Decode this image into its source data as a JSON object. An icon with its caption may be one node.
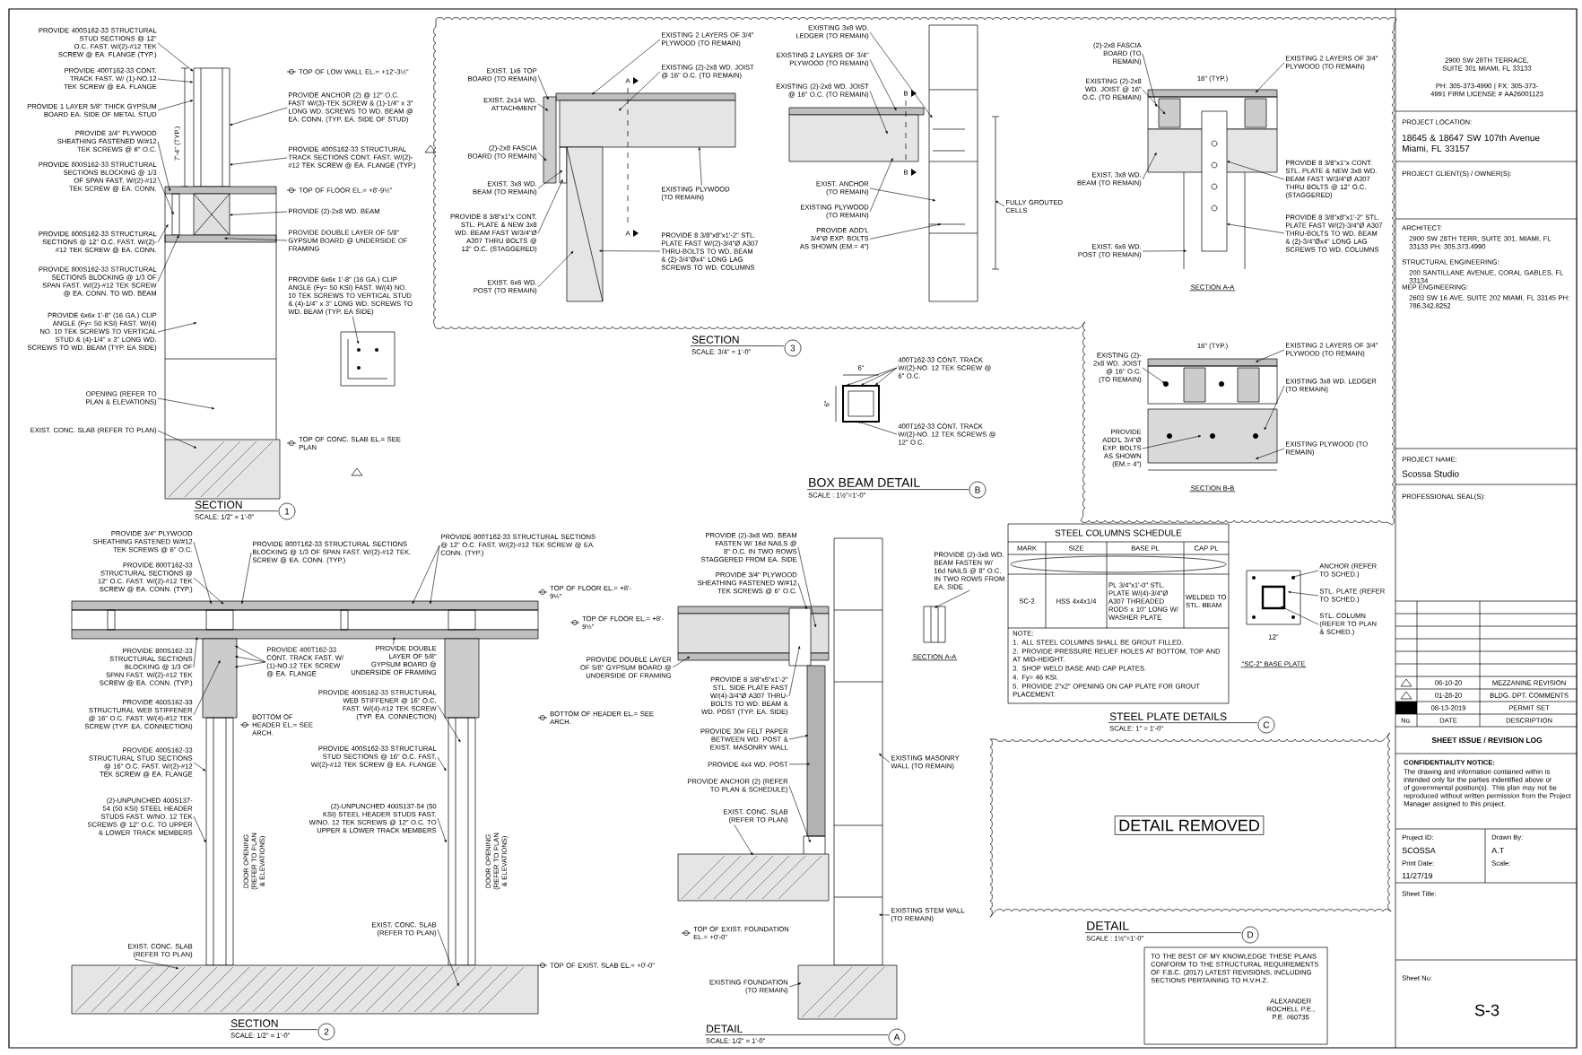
{
  "diagram": {
    "nodes": [
      {
        "text": [
          "PROVIDE 400S162-33 STRUCTURAL STUD SECTIONS @ 12\" O.C. FAST. W/(2)-#12 TEK SCREW @ EA. FLANGE (TYP.)"
        ]
      },
      {
        "text": [
          "PROVIDE 400T162-33 CONT. TRACK FAST. W/ (1)-NO.12 TEK SCREW @ EA. FLANGE"
        ]
      },
      {
        "text": [
          "PROVIDE 1 LAYER 5/8\" THICK GYPSUM BOARD EA. SIDE OF METAL STUD"
        ]
      },
      {
        "text": [
          "PROVIDE 3/4\" PLYWOOD SHEATHING FASTENED W/#12 TEK SCREWS @ 6\" O.C."
        ]
      },
      {
        "text": [
          "PROVIDE 800S162-33 STRUCTURAL SECTIONS BLOCKING @ 1/3 OF SPAN FAST. W/(2)-#12 TEK SCREW @ EA. CONN."
        ]
      },
      {
        "text": [
          "PROVIDE ANCHOR (2) @ 12\" O.C. FAST W/(3)-TEK SCREW & (1)-1/4\" x 3\" LONG WD. SCREWS TO WD. BEAM @ EA. CONN. (TYP. EA. SIDE OF STUD)"
        ]
      },
      {
        "text": [
          "PROVIDE 400S162-33 STRUCTURAL TRACK SECTIONS CONT. FAST. W/(2)-#12 TEK SCREW @ EA. FLANGE (TYP.)"
        ]
      },
      {
        "text": [
          "PROVIDE (2)-2x8 WD. BEAM"
        ]
      },
      {
        "text": [
          "PROVIDE DOUBLE LAYER OF 5/8\" GYPSUM BOARD @ UNDERSIDE OF FRAMING"
        ]
      },
      {
        "text": [
          "PROVIDE 800S162-33 STRUCTURAL SECTIONS @ 12\" O.C. FAST. W/(2)-#12 TEK SCREW @ EA. CONN."
        ]
      },
      {
        "text": [
          "PROVIDE 800S162-33 STRUCTURAL SECTIONS BLOCKING @ 1/3 OF SPAN FAST. W/(2)-#12 TEK SCREW @ EA. CONN. TO WD. BEAM"
        ]
      },
      {
        "text": [
          "PROVIDE 6x6x 1'-8\" (16 GA.) CLIP ANGLE (Fy= 50 KSI) FAST. W/(4) NO. 10 TEK SCREWS TO VERTICAL STUD & (4)-1/4\" x 3\" LONG WD. SCREWS TO WD. BEAM (TYP. EA SIDE)"
        ]
      },
      {
        "text": [
          "PROVIDE 6x6x 1'-8\" (16 GA.) CLIP ANGLE (Fy= 50 KSI) FAST. W/(4) NO. 10 TEK SCREWS TO VERTICAL STUD & (4)-1/4\" x 3\" LONG WD. SCREWS TO WD. BEAM (TYP. EA SIDE)"
        ]
      },
      {
        "text": [
          "OPENING (REFER TO PLAN & ELEVATIONS)"
        ]
      },
      {
        "text": [
          "EXIST. CONC. SLAB (REFER TO PLAN)"
        ]
      },
      {
        "text": [
          "PROVIDE 3/4\" PLYWOOD SHEATHING FASTENED W/#12 TEK SCREWS @ 6\" O.C."
        ]
      },
      {
        "text": [
          "PROVIDE 800T162-33 STRUCTURAL SECTIONS @ 12\" O.C. FAST. W/(2)-#12 TEK SCREW @ EA. CONN. (TYP.)"
        ]
      },
      {
        "text": [
          "PROVIDE 800T162-33 STRUCTURAL SECTIONS BLOCKING @ 1/3 OF SPAN FAST. W/(2)-#12 TEK. SCREW @ EA. CONN. (TYP.)"
        ]
      },
      {
        "text": [
          "PROVIDE 800T162-33 STRUCTURAL SECTIONS @ 12\" O.C. FAST. W/(2)-#12 TEK SCREW @ EA. CONN. (TYP.)"
        ]
      },
      {
        "text": [
          "PROVIDE 800S162-33 STRUCTURAL SECTIONS BLOCKING @ 1/3 OF SPAN FAST. W/(2)-#12 TEK SCREW @ EA. CONN. (TYP.)"
        ]
      },
      {
        "text": [
          "PROVIDE 400T162-33 CONT. TRACK FAST. W/ (1)-NO.12 TEK SCREW @ EA. FLANGE"
        ]
      },
      {
        "text": [
          "PROVIDE 400S162-33 STRUCTURAL WEB STIFFENER @ 16\" O.C. FAST. W/(4)-#12 TEK SCREW (TYP. EA. CONNECTION)"
        ]
      },
      {
        "text": [
          "PROVIDE 400S162-33 STRUCTURAL WEB STIFFENER @ 16\" O.C. FAST. W/(4)-#12 TEK SCREW (TYP. EA. CONNECTION)"
        ]
      },
      {
        "text": [
          "PROVIDE DOUBLE LAYER OF 5/8\" GYPSUM BOARD @ UNDERSIDE OF FRAMING"
        ]
      },
      {
        "text": [
          "PROVIDE 400S162-33 STRUCTURAL STUD SECTIONS @ 16\" O.C. FAST. W/(2)-#12 TEK SCREW @ EA. FLANGE"
        ]
      },
      {
        "text": [
          "PROVIDE 400S162-33 STRUCTURAL STUD SECTIONS @ 16\" O.C. FAST. W/(2)-#12 TEK SCREW @ EA. FLANGE"
        ]
      },
      {
        "text": [
          "(2)-UNPUNCHED 400S137-54 (50 KSI) STEEL HEADER STUDS FAST. W/NO. 12 TEK SCREWS @ 12\" O.C. TO UPPER & LOWER TRACK MEMBERS"
        ]
      },
      {
        "text": [
          "(2)-UNPUNCHED 400S137-54 (50 KSI) STEEL HEADER STUDS FAST. W/NO. 12 TEK SCREWS @ 12\" O.C. TO UPPER & LOWER TRACK MEMBERS"
        ]
      },
      {
        "text": [
          "EXIST. CONC. SLAB (REFER TO PLAN)"
        ]
      },
      {
        "text": [
          "EXIST. CONC. SLAB (REFER TO PLAN)"
        ]
      },
      {
        "text": [
          "EXIST. 1x6 TOP BOARD (TO REMAIN)"
        ]
      },
      {
        "text": [
          "EXIST. 2x14 WD. ATTACHMENT"
        ]
      },
      {
        "text": [
          "(2)-2x8 FASCIA BOARD (TO REMAIN)"
        ]
      },
      {
        "text": [
          "EXIST. 3x8 WD. BEAM (TO REMAIN)"
        ]
      },
      {
        "text": [
          "PROVIDE 8 3/8\"x1\"x CONT. STL. PLATE & NEW 3x8 WD. BEAM FAST W/3/4\"Ø A307 THRU BOLTS @ 12\" O.C. (STAGGERED)"
        ]
      },
      {
        "text": [
          "EXIST. 6x6 WD. POST (TO REMAIN)"
        ]
      },
      {
        "text": [
          "EXISTING 2 LAYERS OF 3/4\" PLYWOOD (TO REMAIN)"
        ]
      },
      {
        "text": [
          "EXISTING (2)-2x8 WD. JOIST @ 16\" O.C. (TO REMAIN)"
        ]
      },
      {
        "text": [
          "EXISTING PLYWOOD (TO REMAIN)"
        ]
      },
      {
        "text": [
          "PROVIDE 8 3/8\"x8\"x1'-2\" STL. PLATE FAST W/(2)-3/4\"Ø A307 THRU-BOLTS TO WD. BEAM & (2)-3/4\"Øx4\" LONG LAG SCREWS TO WD. COLUMNS"
        ]
      },
      {
        "text": [
          "EXISTING 3x8 WD. LEDGER (TO REMAIN)"
        ]
      },
      {
        "text": [
          "EXISTING 2 LAYERS OF 3/4\" PLYWOOD (TO REMAIN)"
        ]
      },
      {
        "text": [
          "EXISTING (2)-2x8 WD. JOIST @ 16\" O.C. (TO REMAIN)"
        ]
      },
      {
        "text": [
          "EXIST. ANCHOR (TO REMAIN)"
        ]
      },
      {
        "text": [
          "EXISTING PLYWOOD (TO REMAIN)"
        ]
      },
      {
        "text": [
          "PROVIDE ADD'L 3/4\"Ø EXP. BOLTS AS SHOWN (EM.= 4\")"
        ]
      },
      {
        "text": [
          "FULLY GROUTED CELLS"
        ]
      },
      {
        "text": [
          "(2)-2x8 FASCIA BOARD (TO REMAIN)"
        ]
      },
      {
        "text": [
          "EXISTING (2)-2x8 WD. JOIST @ 16\" O.C. (TO REMAIN)"
        ]
      },
      {
        "text": [
          "EXISTING 2 LAYERS OF 3/4\" PLYWOOD (TO REMAIN)"
        ]
      },
      {
        "text": [
          "EXIST. 3x8 WD. BEAM (TO REMAIN)"
        ]
      },
      {
        "text": [
          "EXIST. 6x6 WD. POST (TO REMAIN)"
        ]
      },
      {
        "text": [
          "PROVIDE 8 3/8\"x1\"x CONT. STL. PLATE & NEW 3x8 WD. BEAM FAST W/3/4\"Ø A307 THRU BOLTS @ 12\" O.C. (STAGGERED)"
        ]
      },
      {
        "text": [
          "PROVIDE 8 3/8\"x8\"x1'-2\" STL. PLATE FAST W/(2)-3/4\"Ø A307 THRU-BOLTS TO WD. BEAM & (2)-3/4\"Øx4\" LONG LAG SCREWS TO WD. COLUMNS"
        ]
      },
      {
        "text": [
          "EXISTING (2)-2x8 WD. JOIST @ 16\" O.C. (TO REMAIN)"
        ]
      },
      {
        "text": [
          "EXISTING 2 LAYERS OF 3/4\" PLYWOOD (TO REMAIN)"
        ]
      },
      {
        "text": [
          "EXISTING 3x8 WD. LEDGER (TO REMAIN)"
        ]
      },
      {
        "text": [
          "PROVIDE ADD'L 3/4\"Ø EXP. BOLTS AS SHOWN (EM.= 4\")"
        ]
      },
      {
        "text": [
          "EXISTING PLYWOOD (TO REMAIN)"
        ]
      },
      {
        "text": [
          "400T162-33 CONT. TRACK W/(2)-NO. 12 TEK SCREW @ 6\" O.C."
        ]
      },
      {
        "text": [
          "400T162-33 CONT. TRACK W/(2)-NO. 12 TEK SCREWS @ 12\" O.C."
        ]
      },
      {
        "text": [
          "PROVIDE (2)-3x8 WD. BEAM FASTEN W/ 16d NAILS @ 8\" O.C. IN TWO ROWS STAGGERED FROM EA. SIDE"
        ]
      },
      {
        "text": [
          "PROVIDE 3/4\" PLYWOOD SHEATHING FASTENED W/#12 TEK SCREWS @ 6\" O.C."
        ]
      },
      {
        "text": [
          "PROVIDE 8 3/8\"x5\"x1'-2\" STL. SIDE PLATE FAST W/(4)-3/4\"Ø A307 THRU-BOLTS TO WD. BEAM & WD. POST (TYP. EA. SIDE)"
        ]
      },
      {
        "text": [
          "PROVIDE 30# FELT PAPER BETWEEN WD. POST & EXIST. MASONRY WALL"
        ]
      },
      {
        "text": [
          "PROVIDE 4x4 WD. POST"
        ]
      },
      {
        "text": [
          "PROVIDE ANCHOR (2) (REFER TO PLAN & SCHEDULE)"
        ]
      },
      {
        "text": [
          "EXIST. CONC. SLAB (REFER TO PLAN)"
        ]
      },
      {
        "text": [
          "EXISTING MASONRY WALL (TO REMAIN)"
        ]
      },
      {
        "text": [
          "EXISTING STEM WALL (TO REMAIN)"
        ]
      },
      {
        "text": [
          "EXISTING FOUNDATION (TO REMAIN)"
        ]
      },
      {
        "text": [
          "PROVIDE (2)-3x8 WD. BEAM FASTEN W/ 16d NAILS @ 8\" O.C. IN TWO ROWS FROM EA. SIDE"
        ]
      },
      {
        "text": [
          "ANCHOR (REFER TO SCHED.)"
        ]
      },
      {
        "text": [
          "STL. PLATE (REFER TO SCHED.)"
        ]
      },
      {
        "text": [
          "STL. COLUMN (REFER TO PLAN & SCHED.)"
        ]
      },
      {
        "text": [
          "PROVIDE DOUBLE LAYER OF 5/8\" GYPSUM BOARD @ UNDERSIDE OF FRAMING"
        ]
      },
      {
        "text": [],
        "shape": "picture"
      },
      {
        "text": [],
        "shape": "picture"
      },
      {
        "text": [],
        "shape": "picture"
      },
      {
        "text": [],
        "shape": "picture"
      },
      {
        "text": [],
        "shape": "picture"
      },
      {
        "text": [],
        "shape": "picture"
      },
      {
        "text": [],
        "shape": "picture"
      },
      {
        "text": [],
        "shape": "picture"
      },
      {
        "text": [],
        "shape": "picture"
      },
      {
        "text": [],
        "shape": "picture"
      },
      {
        "text": [],
        "shape": "picture"
      },
      {
        "text": [],
        "shape": "picture"
      },
      {
        "text": [],
        "shape": "picture"
      },
      {
        "text": [],
        "shape": "picture"
      },
      {
        "text": [],
        "shape": "picture"
      },
      {
        "text": [],
        "shape": "picture"
      },
      {
        "text": [],
        "shape": "picture"
      },
      {
        "text": [],
        "shape": "picture"
      },
      {
        "text": [],
        "shape": "picture"
      },
      {
        "text": [],
        "shape": "picture"
      },
      {
        "text": [],
        "shape": "picture"
      }
    ],
    "edges": [
      {
        "from": 0,
        "to": 76,
        "arrow": "to"
      },
      {
        "from": 1,
        "to": 76,
        "arrow": "to"
      },
      {
        "from": 2,
        "to": 76,
        "arrow": "to"
      },
      {
        "from": 3,
        "to": 76,
        "arrow": "to"
      },
      {
        "from": 4,
        "to": 76,
        "arrow": "to"
      },
      {
        "from": 5,
        "to": 76,
        "arrow": "to"
      },
      {
        "from": 6,
        "to": 76,
        "arrow": "to"
      },
      {
        "from": 7,
        "to": 76,
        "arrow": "to"
      },
      {
        "from": 8,
        "to": 76,
        "arrow": "to"
      },
      {
        "from": 9,
        "to": 76,
        "arrow": "to"
      },
      {
        "from": 10,
        "to": 76,
        "arrow": "to"
      },
      {
        "from": 11,
        "to": 76,
        "arrow": "to"
      },
      {
        "from": 12,
        "to": 77,
        "arrow": "to"
      },
      {
        "from": 13,
        "to": 76,
        "arrow": "to"
      },
      {
        "from": 14,
        "to": 90,
        "arrow": "to"
      },
      {
        "from": 15,
        "to": 78,
        "arrow": "to"
      },
      {
        "from": 16,
        "to": 78,
        "arrow": "to"
      },
      {
        "from": 17,
        "to": 78,
        "arrow": "to"
      },
      {
        "from": 18,
        "to": 78,
        "arrow": "to"
      },
      {
        "from": 18,
        "to": 78,
        "arrow": "to"
      },
      {
        "from": 19,
        "to": 78,
        "arrow": "to"
      },
      {
        "from": 20,
        "to": 87,
        "arrow": "to"
      },
      {
        "from": 20,
        "to": 87,
        "arrow": "to"
      },
      {
        "from": 20,
        "to": 87,
        "arrow": "to"
      },
      {
        "from": 21,
        "to": 87,
        "arrow": "to"
      },
      {
        "from": 22,
        "to": 88,
        "arrow": "to"
      },
      {
        "from": 23,
        "to": 78,
        "arrow": "to"
      },
      {
        "from": 24,
        "to": 87,
        "arrow": "to"
      },
      {
        "from": 25,
        "to": 88,
        "arrow": "to"
      },
      {
        "from": 26,
        "to": 87,
        "arrow": "to"
      },
      {
        "from": 27,
        "to": 88,
        "arrow": "to"
      },
      {
        "from": 28,
        "to": 89,
        "arrow": "to"
      },
      {
        "from": 29,
        "to": 89,
        "arrow": "to"
      },
      {
        "from": 30,
        "to": 79,
        "arrow": "to"
      },
      {
        "from": 31,
        "to": 79,
        "arrow": "to"
      },
      {
        "from": 32,
        "to": 79,
        "arrow": "to"
      },
      {
        "from": 33,
        "to": 79,
        "arrow": "to"
      },
      {
        "from": 34,
        "to": 79,
        "arrow": "to"
      },
      {
        "from": 35,
        "to": 95,
        "arrow": "to"
      },
      {
        "from": 36,
        "to": 79,
        "arrow": "to"
      },
      {
        "from": 37,
        "to": 79,
        "arrow": "to"
      },
      {
        "from": 38,
        "to": 79,
        "arrow": "to"
      },
      {
        "from": 39,
        "to": 95,
        "arrow": "to"
      },
      {
        "from": 40,
        "to": 96,
        "arrow": "to"
      },
      {
        "from": 41,
        "to": 80,
        "arrow": "to"
      },
      {
        "from": 42,
        "to": 80,
        "arrow": "to"
      },
      {
        "from": 43,
        "to": 96,
        "arrow": "to"
      },
      {
        "from": 44,
        "to": 80,
        "arrow": "to"
      },
      {
        "from": 45,
        "to": 96,
        "arrow": "to"
      },
      {
        "from": 46,
        "to": 96,
        "arrow": "to"
      },
      {
        "from": 47,
        "to": 81,
        "arrow": "to"
      },
      {
        "from": 48,
        "to": 81,
        "arrow": "to"
      },
      {
        "from": 49,
        "to": 81,
        "arrow": "to"
      },
      {
        "from": 50,
        "to": 81,
        "arrow": "to"
      },
      {
        "from": 51,
        "to": 81,
        "arrow": "to"
      },
      {
        "from": 52,
        "to": 81,
        "arrow": "to"
      },
      {
        "from": 53,
        "to": 81,
        "arrow": "to"
      },
      {
        "from": 54,
        "to": 82,
        "arrow": "to"
      },
      {
        "from": 55,
        "to": 82,
        "arrow": "to"
      },
      {
        "from": 56,
        "to": 82,
        "arrow": "to"
      },
      {
        "from": 57,
        "to": 82,
        "arrow": "to"
      },
      {
        "from": 58,
        "to": 82,
        "arrow": "to"
      },
      {
        "from": 59,
        "to": 83,
        "arrow": "to"
      },
      {
        "from": 59,
        "to": 83,
        "arrow": "to"
      },
      {
        "from": 59,
        "to": 83,
        "arrow": "to"
      },
      {
        "from": 60,
        "to": 83,
        "arrow": "to"
      },
      {
        "from": 61,
        "to": 84,
        "arrow": "to"
      },
      {
        "from": 62,
        "to": 84,
        "arrow": "to"
      },
      {
        "from": 63,
        "to": 84,
        "arrow": "to"
      },
      {
        "from": 64,
        "to": 92,
        "arrow": "to"
      },
      {
        "from": 65,
        "to": 92,
        "arrow": "to"
      },
      {
        "from": 66,
        "to": 92,
        "arrow": "to"
      },
      {
        "from": 67,
        "to": 93,
        "arrow": "to"
      },
      {
        "from": 68,
        "to": 91,
        "arrow": "to"
      },
      {
        "from": 69,
        "to": 91,
        "arrow": "to"
      },
      {
        "from": 70,
        "to": 94,
        "arrow": "to"
      },
      {
        "from": 71,
        "to": 85,
        "arrow": "to"
      },
      {
        "from": 72,
        "to": 86,
        "arrow": "to"
      },
      {
        "from": 73,
        "to": 86,
        "arrow": "to"
      },
      {
        "from": 74,
        "to": 86,
        "arrow": "to"
      },
      {
        "from": 75,
        "to": 84,
        "arrow": "to"
      }
    ],
    "labels": [
      "TOP OF LOW WALL EL.= +12'-3½\"",
      "7'-4\" (TYP.)",
      "TOP OF FLOOR EL.= +8'-9½\"",
      "TOP OF CONC. SLAB EL.= SEE PLAN",
      "SECTION",
      "SCALE: 1/2\" = 1'-0\"",
      "1",
      "TOP OF FLOOR EL.= +8'-9½\"",
      "BOTTOM OF HEADER EL.= SEE ARCH.",
      "BOTTOM OF HEADER EL.= SEE ARCH.",
      "DOOR OPENING (REFER TO PLAN & ELEVATIONS)",
      "DOOR OPENING (REFER TO PLAN & ELEVATIONS)",
      "TOP OF EXIST. SLAB EL.= +0'-0\"",
      "SECTION",
      "SCALE: 1/2\" = 1'-0\"",
      "2",
      "TOP OF FLOOR EL.= +8'-9½\"",
      "A",
      "A",
      "B",
      "B",
      "SECTION",
      "SCALE: 3/4\" = 1'-0\"",
      "3",
      "16\" (TYP.)",
      "SECTION A-A",
      "16\" (TYP.)",
      "SECTION B-B",
      "6\"",
      "6\"",
      "BOX BEAM DETAIL",
      "SCALE : 1½\"=1'-0\"",
      "B",
      "TOP OF EXIST. FOUNDATION EL.= +0'-0\"",
      "DETAIL",
      "SCALE: 1/2\" = 1'-0\"",
      "A",
      "SECTION A-A",
      "STEEL COLUMNS SCHEDULE",
      "MARK",
      "SIZE",
      "BASE PL",
      "CAP PL",
      "SC-2",
      "HSS 4x4x1/4",
      "PL 3/4\"x1'-0\" STL. PLATE W/(4)-3/4\"Ø A307 THREADED RODS x 10\" LONG W/ WASHER PLATE",
      "WELDED TO STL. BEAM",
      "NOTE:",
      "1. ALL STEEL COLUMNS SHALL BE GROUT FILLED.",
      "2. PROVIDE PRESSURE RELIEF HOLES AT BOTTOM, TOP AND AT MID-HEIGHT.",
      "3. SHOP WELD BASE AND CAP PLATES.",
      "4. Fy= 46 KSI.",
      "5. PROVIDE 2\"x2\" OPENING ON CAP PLATE FOR GROUT PLACEMENT.",
      "12\"",
      "\"SC-2\" BASE PLATE",
      "STEEL PLATE DETAILS",
      "SCALE: 1\" = 1'-0\"",
      "C",
      "DETAIL REMOVED",
      "DETAIL",
      "SCALE : 1½\"=1'-0\"",
      "D",
      "TO THE BEST OF MY KNOWLEDGE THESE PLANS CONFORM TO THE STRUCTURAL REQUIREMENTS OF F.B.C. (2017) LATEST REVISIONS, INCLUDING SECTIONS PERTAINING TO H.V.H.Z.",
      "ALEXANDER ROCHELL P.E., P.E. #60735",
      "2900 SW 28TH TERRACE, SUITE 301 MIAMI, FL 33133",
      "PH: 305-373-4990 | FX: 305-373-4991 FIRM LICENSE # AA26001123",
      "PROJECT LOCATION:",
      "18645 & 18647 SW 107th Avenue Miami, FL 33157",
      "PROJECT CLIENT(S) / OWNER(S):",
      "ARCHITECT:",
      "2900 SW 28TH TERR, SUITE 301, MIAMI, FL 33133 PH: 305.373.4990",
      "STRUCTURAL ENGINEERING:",
      "200 SANTILLANE AVENUE, CORAL GABLES, FL 33134",
      "MEP ENGINEERING:",
      "2603 SW 16 AVE, SUITE 202 MIAMI, FL 33145 PH: 786.342.8252",
      "PROJECT NAME:",
      "Scossa Studio",
      "PROFESSIONAL SEAL(S):",
      "06-10-20",
      "MEZZANINE REVISION",
      "01-28-20",
      "BLDG. DPT. COMMENTS",
      "08-13-2019",
      "PERMIT SET",
      "No.",
      "DATE",
      "DESCRIPTION",
      "SHEET ISSUE / REVISION LOG",
      "CONFIDENTIALITY NOTICE:",
      "The drawing and information contained within is intended only for the parties indentified above or of governmental position(s). This plan may not be reproduced without written permission from the Project Manager assigned to this project.",
      "Project ID:",
      "SCOSSA",
      "Drawn By:",
      "A.T",
      "Print Date:",
      "11/27/19",
      "Scale:",
      "Sheet Title:",
      "Sheet No:",
      "S-3"
    ]
  }
}
